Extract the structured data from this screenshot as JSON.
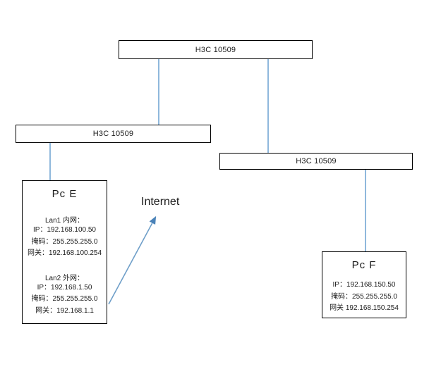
{
  "diagram": {
    "type": "network-topology",
    "accent_line_color": "#8fb8dc",
    "node_border_color": "#000000",
    "background": "#ffffff"
  },
  "switches": [
    {
      "id": "core",
      "label": "H3C 10509"
    },
    {
      "id": "left",
      "label": "H3C 10509"
    },
    {
      "id": "right",
      "label": "H3C 10509"
    }
  ],
  "hosts": {
    "pc_e": {
      "title": "Pc E",
      "interfaces": [
        {
          "name": "Lan1 内网：",
          "ip": "IP：192.168.100.50",
          "mask": "掩码：255.255.255.0",
          "gateway": "网关：192.168.100.254"
        },
        {
          "name": "Lan2 外网：",
          "ip": "IP：192.168.1.50",
          "mask": "掩码：255.255.255.0",
          "gateway": "网关：192.168.1.1"
        }
      ]
    },
    "pc_f": {
      "title": "Pc F",
      "interfaces": [
        {
          "name": "",
          "ip": "IP：192.168.150.50",
          "mask": "掩码：255.255.255.0",
          "gateway": "网关 192.168.150.254"
        }
      ]
    }
  },
  "annotations": {
    "internet_label": "Internet"
  }
}
